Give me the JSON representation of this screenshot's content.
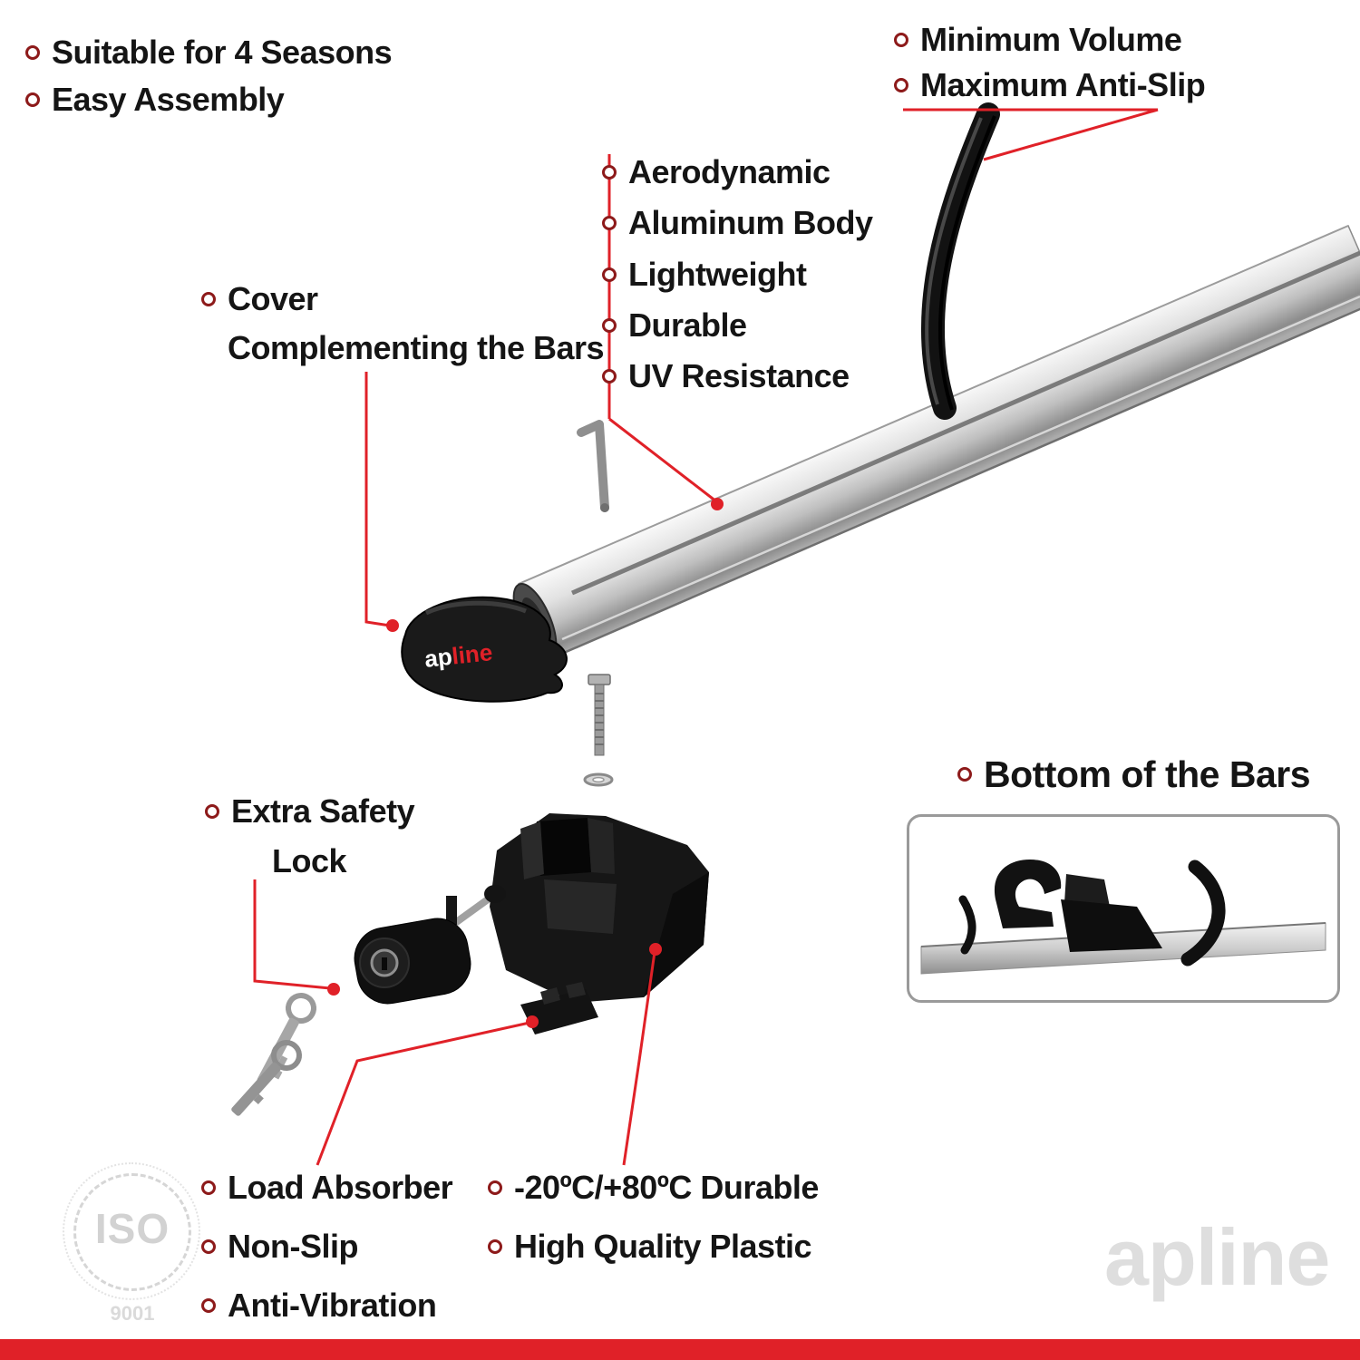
{
  "colors": {
    "accent_red": "#e02128",
    "bullet_red": "#8d1a1a",
    "text": "#151515",
    "bar_silver": "#c9c9c9",
    "watermark_gray": "#dedede"
  },
  "top_left": {
    "items": [
      "Suitable for 4 Seasons",
      "Easy Assembly"
    ]
  },
  "top_right": {
    "items": [
      "Minimum Volume",
      "Maximum Anti-Slip"
    ]
  },
  "bar_features": {
    "items": [
      "Aerodynamic",
      "Aluminum Body",
      "Lightweight",
      "Durable",
      "UV Resistance"
    ]
  },
  "cover": {
    "line1": "Cover",
    "line2": "Complementing the Bars"
  },
  "safety_lock": {
    "line1": "Extra Safety",
    "line2": "Lock"
  },
  "bottom_bars": {
    "label": "Bottom of the Bars"
  },
  "bottom_left": {
    "items": [
      "Load Absorber",
      "Non-Slip",
      "Anti-Vibration"
    ]
  },
  "bottom_mid": {
    "items": [
      "-20ºC/+80ºC Durable",
      "High Quality Plastic"
    ]
  },
  "brand": {
    "cover_logo_part1": "ap",
    "cover_logo_part2": "line",
    "watermark": "apline"
  },
  "iso_badge": {
    "line1": "ISO",
    "line2": "9001"
  }
}
